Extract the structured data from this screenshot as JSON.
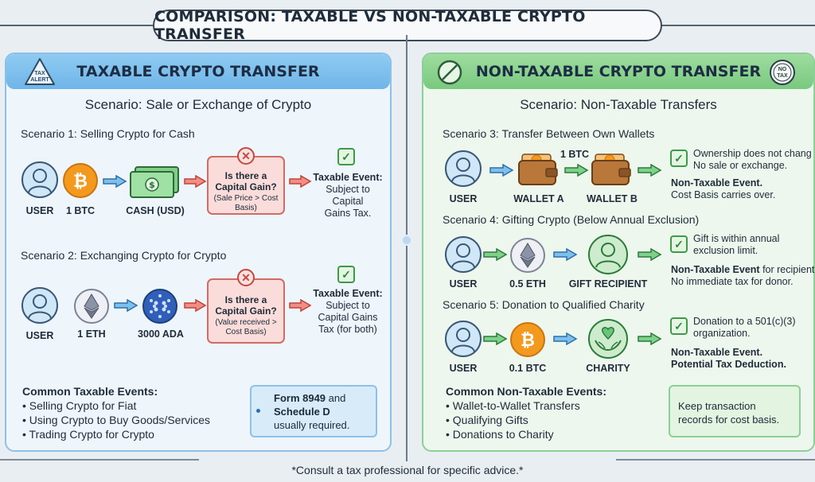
{
  "title": "COMPARISON: TAXABLE VS NON-TAXABLE CRYPTO TRANSFER",
  "left": {
    "badge": [
      "TAX",
      "ALERT"
    ],
    "header": "TAXABLE CRYPTO TRANSFER",
    "subhead": "Scenario: Sale or Exchange of Crypto",
    "s1": {
      "title": "Scenario 1: Selling Crypto for Cash",
      "user": "USER",
      "coin": "1 BTC",
      "cash": "CASH (USD)",
      "gain_title": "Is there a Capital Gain?",
      "gain_sub": "(Sale Price > Cost Basis)",
      "result_title": "Taxable Event:",
      "result_body": "Subject to Capital Gains Tax."
    },
    "s2": {
      "title": "Scenario 2: Exchanging Crypto for Crypto",
      "user": "USER",
      "coin": "1 ETH",
      "target": "3000 ADA",
      "gain_title": "Is there a Capital Gain?",
      "gain_sub": "(Value received > Cost Basis)",
      "result_title": "Taxable Event:",
      "result_body": "Subject to Capital Gains Tax (for both)"
    },
    "list_title": "Common Taxable Events:",
    "list": [
      "• Selling Crypto for Fiat",
      "• Using Crypto to Buy Goods/Services",
      "• Trading Crypto for Crypto"
    ],
    "note_bold1": "Form 8949",
    "note_mid": " and",
    "note_bold2": "Schedule D",
    "note_tail": "usually required."
  },
  "right": {
    "badge": [
      "NO",
      "TAX"
    ],
    "header": "NON-TAXABLE CRYPTO TRANSFER",
    "subhead": "Scenario: Non-Taxable Transfers",
    "s3": {
      "title": "Scenario 3: Transfer Between Own Wallets",
      "user": "USER",
      "amount": "1 BTC",
      "wallet_a": "WALLET A",
      "wallet_b": "WALLET B",
      "line1": "Ownership does not chang",
      "line2": "No sale or exchange.",
      "bold1": "Non-Taxable Event.",
      "line3": "Cost Basis carries over."
    },
    "s4": {
      "title": "Scenario 4: Gifting Crypto (Below Annual Exclusion)",
      "user": "USER",
      "coin": "0.5 ETH",
      "recipient": "GIFT RECIPIENT",
      "line1": "Gift is within annual",
      "line2": "exclusion limit.",
      "bold1": "Non-Taxable Event",
      "bold1_tail": " for recipient.",
      "line3": "No immediate tax for donor."
    },
    "s5": {
      "title": "Scenario 5: Donation to Qualified Charity",
      "user": "USER",
      "coin": "0.1 BTC",
      "charity": "CHARITY",
      "line1": "Donation to a 501(c)(3)",
      "line2": "organization.",
      "bold1": "Non-Taxable Event.",
      "bold2": "Potential Tax Deduction."
    },
    "list_title": "Common Non-Taxable Events:",
    "list": [
      "• Wallet-to-Wallet Transfers",
      "• Qualifying Gifts",
      "• Donations to Charity"
    ],
    "note": "Keep transaction records for cost basis."
  },
  "footer": "*Consult a tax professional for specific advice.*",
  "colors": {
    "blue_arrow": "#4a9fdc",
    "red_arrow": "#d9544d",
    "green_arrow": "#49b35a",
    "bitcoin": "#f39a1e",
    "left_header": "#7fc0ee",
    "right_header": "#86d18b"
  }
}
